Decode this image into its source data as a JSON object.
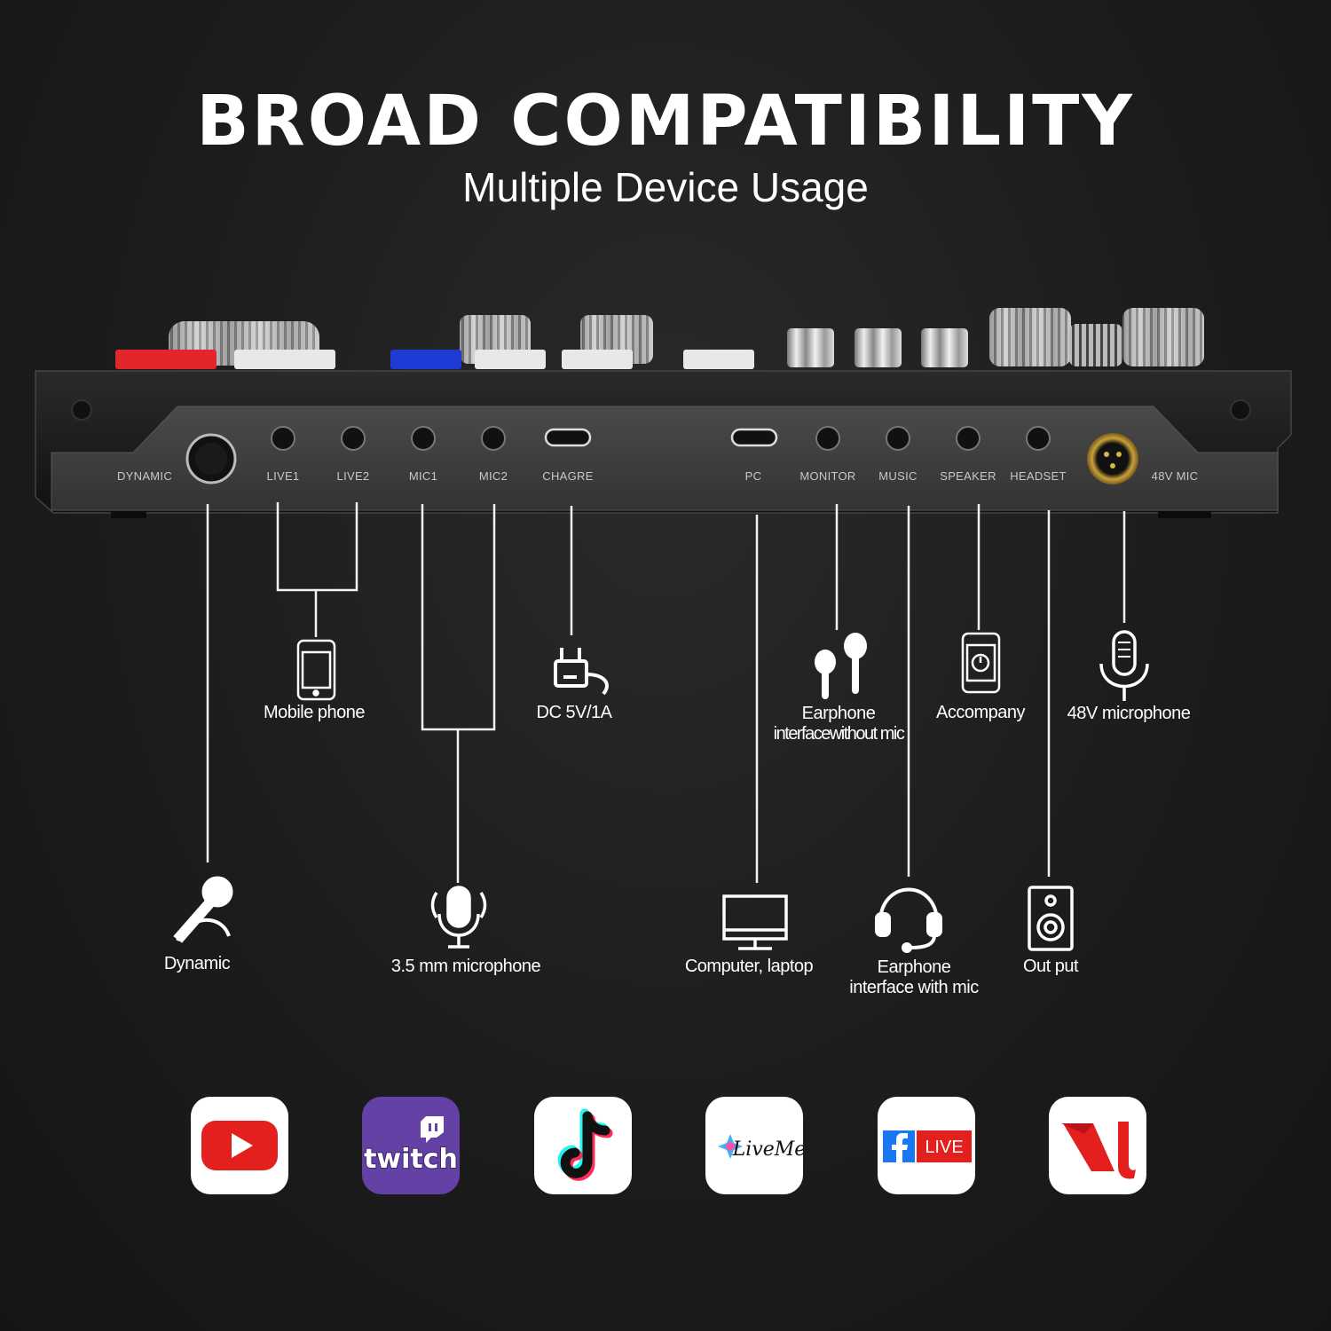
{
  "header": {
    "title": "BROAD COMPATIBILITY",
    "subtitle": "Multiple Device Usage"
  },
  "ports": [
    {
      "label": "DYNAMIC"
    },
    {
      "label": "LIVE1"
    },
    {
      "label": "LIVE2"
    },
    {
      "label": "MIC1"
    },
    {
      "label": "MIC2"
    },
    {
      "label": "CHAGRE"
    },
    {
      "label": "PC"
    },
    {
      "label": "MONITOR"
    },
    {
      "label": "MUSIC"
    },
    {
      "label": "SPEAKER"
    },
    {
      "label": "HEADSET"
    },
    {
      "label": "48V MIC"
    }
  ],
  "devices": {
    "mobile": "Mobile phone",
    "dc": "DC 5V/1A",
    "earphone_nomic_1": "Earphone",
    "earphone_nomic_2": "interfacewithout mic",
    "accompany": "Accompany",
    "mic48v": "48V microphone",
    "dynamic": "Dynamic",
    "mic35": "3.5 mm microphone",
    "computer": "Computer,  laptop",
    "earphone_mic_1": "Earphone",
    "earphone_mic_2": "interface with mic",
    "output": "Out put"
  },
  "apps": [
    {
      "name": "youtube-icon"
    },
    {
      "name": "twitch-icon",
      "text": "twitch"
    },
    {
      "name": "tiktok-icon"
    },
    {
      "name": "liveme-icon",
      "text": "LiveMe"
    },
    {
      "name": "facebook-live-icon",
      "text": "LIVE"
    },
    {
      "name": "bigo-live-icon"
    }
  ],
  "colors": {
    "background": "#1c1c1c",
    "red_button": "#e2262b",
    "blue_button": "#1e3bd6",
    "twitch": "#6441a5",
    "youtube": "#e4201e",
    "facebook": "#1877f2"
  }
}
